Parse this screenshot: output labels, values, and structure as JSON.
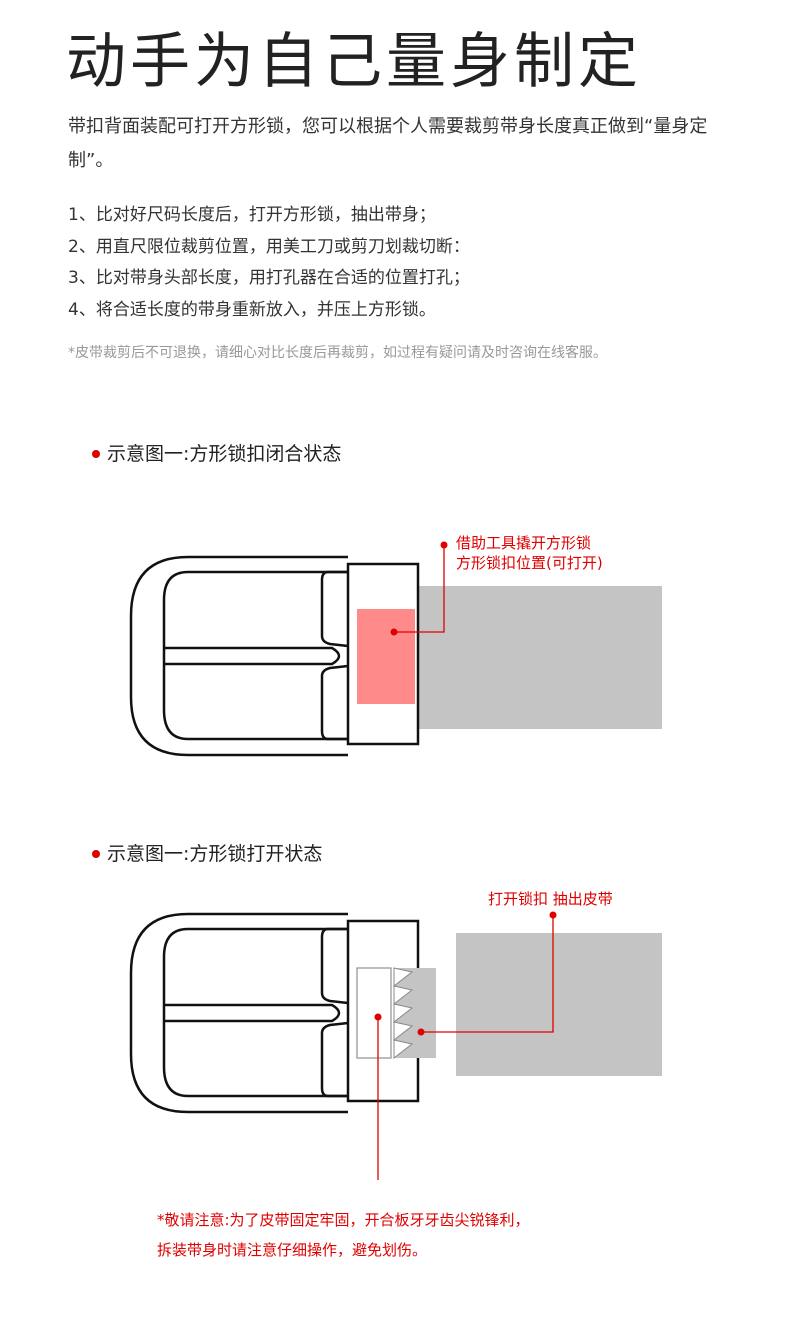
{
  "page": {
    "title": "动手为自己量身制定",
    "intro": "带扣背面装配可打开方形锁，您可以根据个人需要裁剪带身长度真正做到“量身定制”。",
    "steps": [
      "1、比对好尺码长度后，打开方形锁，抽出带身；",
      "2、用直尺限位裁剪位置，用美工刀或剪刀划裁切断：",
      "3、比对带身头部长度，用打孔器在合适的位置打孔；",
      "4、将合适长度的带身重新放入，并压上方形锁。"
    ],
    "disclaimer": "*皮带裁剪后不可退换，请细心对比长度后再裁剪，如过程有疑问请及时咨询在线客服。"
  },
  "diagram1": {
    "heading": "示意图一:方形锁扣闭合状态",
    "callout_line1": "借助工具撬开方形锁",
    "callout_line2": "方形锁扣位置(可打开)"
  },
  "diagram2": {
    "heading": "示意图一:方形锁打开状态",
    "callout": "打开锁扣 抽出皮带",
    "warning_line1": "*敬请注意:为了皮带固定牢固，开合板牙牙齿尖锐锋利，",
    "warning_line2": "拆装带身时请注意仔细操作，避免划伤。"
  },
  "colors": {
    "accent": "#e00000",
    "lock_highlight": "#ff8a8a",
    "strap": "#c4c4c4",
    "outline": "#111111"
  }
}
